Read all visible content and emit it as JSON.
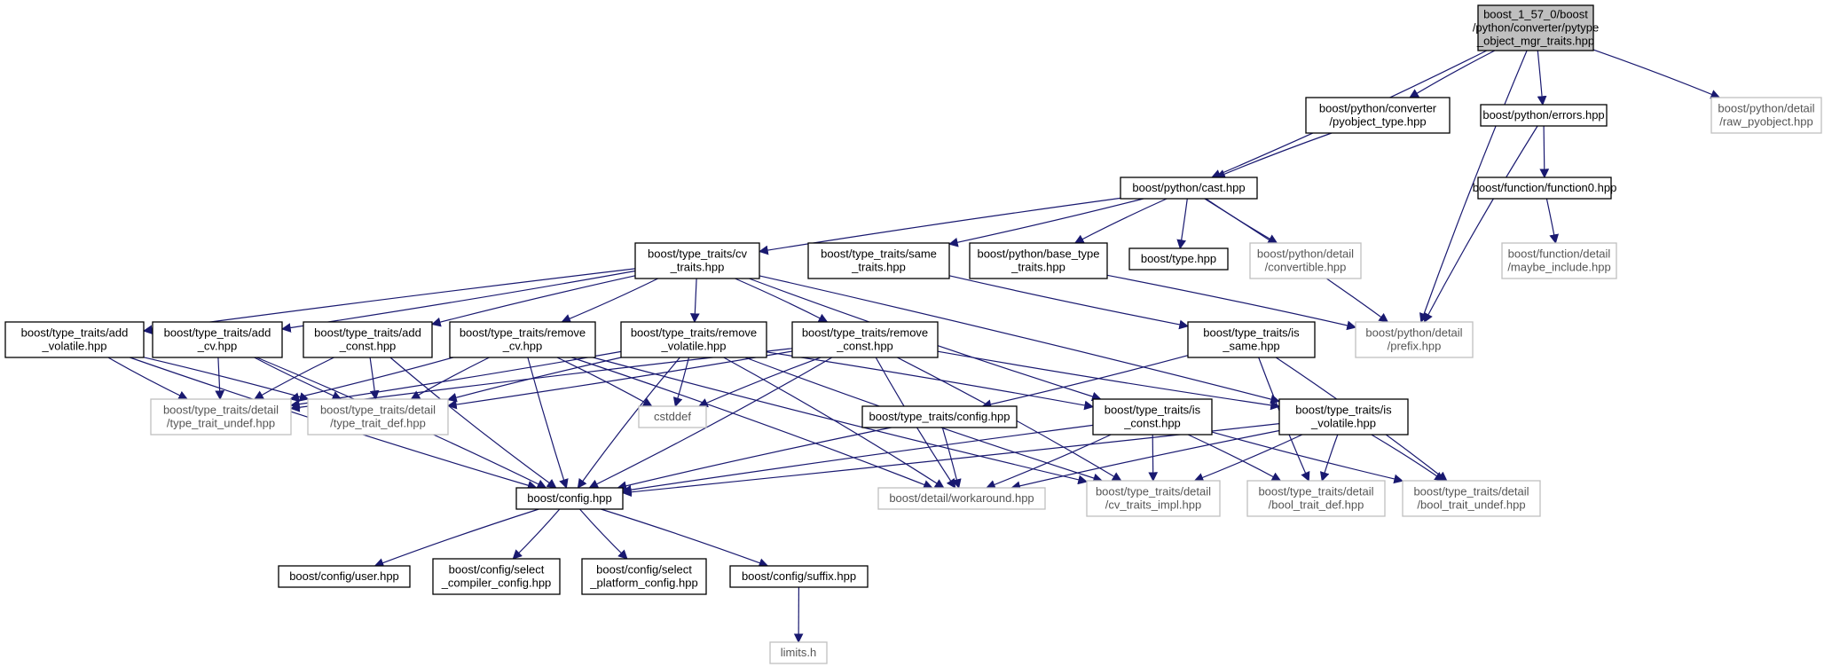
{
  "colors": {
    "edge": "#191970",
    "node_border": "#000000",
    "external_border": "#bfbfbf",
    "root_fill": "#bfbfbf",
    "text": "#000000",
    "external_text": "#555555"
  },
  "nodes": [
    {
      "id": "root",
      "lines": [
        "boost_1_57_0/boost",
        "/python/converter/pytype",
        "_object_mgr_traits.hpp"
      ],
      "kind": "root"
    },
    {
      "id": "pyobject_type",
      "lines": [
        "boost/python/converter",
        "/pyobject_type.hpp"
      ],
      "kind": "normal"
    },
    {
      "id": "errors",
      "lines": [
        "boost/python/errors.hpp"
      ],
      "kind": "normal"
    },
    {
      "id": "raw_pyobject",
      "lines": [
        "boost/python/detail",
        "/raw_pyobject.hpp"
      ],
      "kind": "external"
    },
    {
      "id": "cast",
      "lines": [
        "boost/python/cast.hpp"
      ],
      "kind": "normal"
    },
    {
      "id": "function0",
      "lines": [
        "boost/function/function0.hpp"
      ],
      "kind": "normal"
    },
    {
      "id": "cv_traits",
      "lines": [
        "boost/type_traits/cv",
        "_traits.hpp"
      ],
      "kind": "normal"
    },
    {
      "id": "same_traits",
      "lines": [
        "boost/type_traits/same",
        "_traits.hpp"
      ],
      "kind": "normal"
    },
    {
      "id": "base_type_traits",
      "lines": [
        "boost/python/base_type",
        "_traits.hpp"
      ],
      "kind": "normal"
    },
    {
      "id": "type_hpp",
      "lines": [
        "boost/type.hpp"
      ],
      "kind": "normal"
    },
    {
      "id": "convertible",
      "lines": [
        "boost/python/detail",
        "/convertible.hpp"
      ],
      "kind": "external"
    },
    {
      "id": "maybe_include",
      "lines": [
        "boost/function/detail",
        "/maybe_include.hpp"
      ],
      "kind": "external"
    },
    {
      "id": "add_volatile",
      "lines": [
        "boost/type_traits/add",
        "_volatile.hpp"
      ],
      "kind": "normal"
    },
    {
      "id": "add_cv",
      "lines": [
        "boost/type_traits/add",
        "_cv.hpp"
      ],
      "kind": "normal"
    },
    {
      "id": "add_const",
      "lines": [
        "boost/type_traits/add",
        "_const.hpp"
      ],
      "kind": "normal"
    },
    {
      "id": "remove_cv",
      "lines": [
        "boost/type_traits/remove",
        "_cv.hpp"
      ],
      "kind": "normal"
    },
    {
      "id": "remove_volatile",
      "lines": [
        "boost/type_traits/remove",
        "_volatile.hpp"
      ],
      "kind": "normal"
    },
    {
      "id": "remove_const",
      "lines": [
        "boost/type_traits/remove",
        "_const.hpp"
      ],
      "kind": "normal"
    },
    {
      "id": "is_same",
      "lines": [
        "boost/type_traits/is",
        "_same.hpp"
      ],
      "kind": "normal"
    },
    {
      "id": "prefix",
      "lines": [
        "boost/python/detail",
        "/prefix.hpp"
      ],
      "kind": "external"
    },
    {
      "id": "type_trait_undef",
      "lines": [
        "boost/type_traits/detail",
        "/type_trait_undef.hpp"
      ],
      "kind": "external"
    },
    {
      "id": "type_trait_def",
      "lines": [
        "boost/type_traits/detail",
        "/type_trait_def.hpp"
      ],
      "kind": "external"
    },
    {
      "id": "cstddef",
      "lines": [
        "cstddef"
      ],
      "kind": "external"
    },
    {
      "id": "tt_config",
      "lines": [
        "boost/type_traits/config.hpp"
      ],
      "kind": "normal"
    },
    {
      "id": "is_const",
      "lines": [
        "boost/type_traits/is",
        "_const.hpp"
      ],
      "kind": "normal"
    },
    {
      "id": "is_volatile",
      "lines": [
        "boost/type_traits/is",
        "_volatile.hpp"
      ],
      "kind": "normal"
    },
    {
      "id": "config",
      "lines": [
        "boost/config.hpp"
      ],
      "kind": "normal"
    },
    {
      "id": "workaround",
      "lines": [
        "boost/detail/workaround.hpp"
      ],
      "kind": "external"
    },
    {
      "id": "cv_traits_impl",
      "lines": [
        "boost/type_traits/detail",
        "/cv_traits_impl.hpp"
      ],
      "kind": "external"
    },
    {
      "id": "bool_trait_def",
      "lines": [
        "boost/type_traits/detail",
        "/bool_trait_def.hpp"
      ],
      "kind": "external"
    },
    {
      "id": "bool_trait_undef",
      "lines": [
        "boost/type_traits/detail",
        "/bool_trait_undef.hpp"
      ],
      "kind": "external"
    },
    {
      "id": "user",
      "lines": [
        "boost/config/user.hpp"
      ],
      "kind": "normal"
    },
    {
      "id": "select_compiler",
      "lines": [
        "boost/config/select",
        "_compiler_config.hpp"
      ],
      "kind": "normal"
    },
    {
      "id": "select_platform",
      "lines": [
        "boost/config/select",
        "_platform_config.hpp"
      ],
      "kind": "normal"
    },
    {
      "id": "suffix",
      "lines": [
        "boost/config/suffix.hpp"
      ],
      "kind": "normal"
    },
    {
      "id": "limits",
      "lines": [
        "limits.h"
      ],
      "kind": "external"
    }
  ],
  "edges": [
    [
      "root",
      "cast"
    ],
    [
      "root",
      "pyobject_type"
    ],
    [
      "root",
      "errors"
    ],
    [
      "root",
      "prefix"
    ],
    [
      "root",
      "raw_pyobject"
    ],
    [
      "pyobject_type",
      "cast"
    ],
    [
      "errors",
      "function0"
    ],
    [
      "errors",
      "prefix"
    ],
    [
      "function0",
      "maybe_include"
    ],
    [
      "cast",
      "cv_traits"
    ],
    [
      "cast",
      "same_traits"
    ],
    [
      "cast",
      "base_type_traits"
    ],
    [
      "cast",
      "type_hpp"
    ],
    [
      "cast",
      "convertible"
    ],
    [
      "cast",
      "prefix"
    ],
    [
      "same_traits",
      "is_same"
    ],
    [
      "base_type_traits",
      "prefix"
    ],
    [
      "cv_traits",
      "add_volatile"
    ],
    [
      "cv_traits",
      "add_cv"
    ],
    [
      "cv_traits",
      "add_const"
    ],
    [
      "cv_traits",
      "remove_cv"
    ],
    [
      "cv_traits",
      "remove_volatile"
    ],
    [
      "cv_traits",
      "remove_const"
    ],
    [
      "cv_traits",
      "is_const"
    ],
    [
      "cv_traits",
      "is_volatile"
    ],
    [
      "add_volatile",
      "type_trait_undef"
    ],
    [
      "add_volatile",
      "type_trait_def"
    ],
    [
      "add_volatile",
      "config"
    ],
    [
      "add_cv",
      "type_trait_undef"
    ],
    [
      "add_cv",
      "type_trait_def"
    ],
    [
      "add_cv",
      "config"
    ],
    [
      "add_const",
      "type_trait_undef"
    ],
    [
      "add_const",
      "type_trait_def"
    ],
    [
      "add_const",
      "config"
    ],
    [
      "remove_cv",
      "type_trait_undef"
    ],
    [
      "remove_cv",
      "type_trait_def"
    ],
    [
      "remove_cv",
      "cstddef"
    ],
    [
      "remove_cv",
      "config"
    ],
    [
      "remove_cv",
      "workaround"
    ],
    [
      "remove_cv",
      "cv_traits_impl"
    ],
    [
      "remove_volatile",
      "type_trait_undef"
    ],
    [
      "remove_volatile",
      "type_trait_def"
    ],
    [
      "remove_volatile",
      "cstddef"
    ],
    [
      "remove_volatile",
      "config"
    ],
    [
      "remove_volatile",
      "workaround"
    ],
    [
      "remove_volatile",
      "cv_traits_impl"
    ],
    [
      "remove_volatile",
      "is_const"
    ],
    [
      "remove_const",
      "type_trait_undef"
    ],
    [
      "remove_const",
      "type_trait_def"
    ],
    [
      "remove_const",
      "cstddef"
    ],
    [
      "remove_const",
      "config"
    ],
    [
      "remove_const",
      "workaround"
    ],
    [
      "remove_const",
      "cv_traits_impl"
    ],
    [
      "remove_const",
      "is_volatile"
    ],
    [
      "is_same",
      "tt_config"
    ],
    [
      "is_same",
      "bool_trait_def"
    ],
    [
      "is_same",
      "bool_trait_undef"
    ],
    [
      "tt_config",
      "config"
    ],
    [
      "tt_config",
      "workaround"
    ],
    [
      "is_const",
      "config"
    ],
    [
      "is_const",
      "workaround"
    ],
    [
      "is_const",
      "cv_traits_impl"
    ],
    [
      "is_const",
      "bool_trait_def"
    ],
    [
      "is_const",
      "bool_trait_undef"
    ],
    [
      "is_volatile",
      "config"
    ],
    [
      "is_volatile",
      "workaround"
    ],
    [
      "is_volatile",
      "cv_traits_impl"
    ],
    [
      "is_volatile",
      "bool_trait_def"
    ],
    [
      "is_volatile",
      "bool_trait_undef"
    ],
    [
      "config",
      "user"
    ],
    [
      "config",
      "select_compiler"
    ],
    [
      "config",
      "select_platform"
    ],
    [
      "config",
      "suffix"
    ],
    [
      "suffix",
      "limits"
    ]
  ]
}
